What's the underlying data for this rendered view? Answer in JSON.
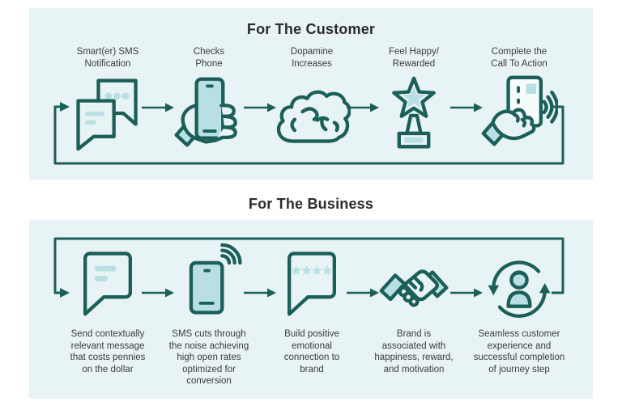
{
  "colors": {
    "accent_dark": "#1b5f58",
    "accent_light": "#b8dfe3",
    "panel_bg": "#e8f3f5",
    "title_text": "#2c2b2f",
    "label_text": "#3b3b3f"
  },
  "customer_flow": {
    "title": "For The Customer",
    "steps": [
      {
        "label": "Smart(er) SMS\nNotification",
        "icon": "sms-notification-icon"
      },
      {
        "label": "Checks\nPhone",
        "icon": "hand-holding-phone-icon"
      },
      {
        "label": "Dopamine\nIncreases",
        "icon": "brain-icon"
      },
      {
        "label": "Feel Happy/\nRewarded",
        "icon": "star-trophy-icon"
      },
      {
        "label": "Complete the\nCall To Action",
        "icon": "tap-card-icon"
      }
    ]
  },
  "business_flow": {
    "title": "For The Business",
    "steps": [
      {
        "label": "Send contextually\nrelevant message\nthat costs pennies\non the dollar",
        "icon": "message-bubble-icon"
      },
      {
        "label": "SMS cuts through\nthe noise achieving\nhigh open rates\noptimized for\nconversion",
        "icon": "phone-signal-icon"
      },
      {
        "label": "Build positive\nemotional\nconnection to\nbrand",
        "icon": "review-stars-bubble-icon"
      },
      {
        "label": "Brand is\nassociated with\nhappiness, reward,\nand motivation",
        "icon": "handshake-icon"
      },
      {
        "label": "Seamless customer\nexperience and\nsuccessful completion\nof journey step",
        "icon": "customer-cycle-icon"
      }
    ]
  }
}
